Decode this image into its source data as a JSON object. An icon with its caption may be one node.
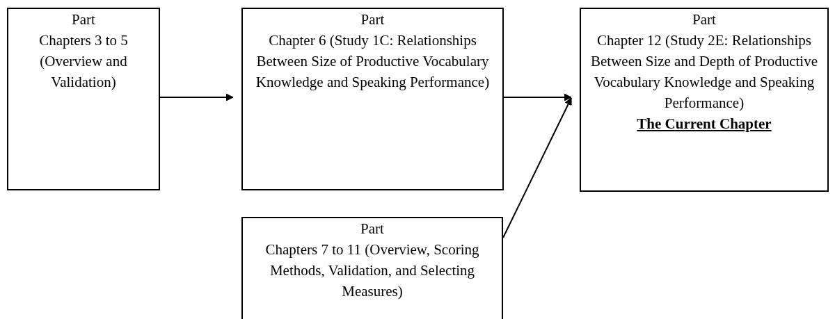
{
  "diagram": {
    "nodes": [
      {
        "text": [
          "Part",
          "Chapters 3 to 5 (Overview and Validation)"
        ]
      },
      {
        "text": [
          "Part",
          "Chapter 6 (Study 1C: Relationships Between Size of Productive Vocabulary Knowledge and Speaking Performance)"
        ]
      },
      {
        "text": [
          "Part",
          "Chapter 12 (Study 2E: Relationships Between Size and Depth of Productive Vocabulary Knowledge and Speaking Performance)",
          "The Current Chapter"
        ]
      },
      {
        "text": [
          "Part",
          "Chapters 7 to 11 (Overview, Scoring Methods, Validation, and Selecting Measures)"
        ]
      }
    ],
    "edges": [
      {
        "from": 0,
        "to": 1,
        "arrow": "to"
      },
      {
        "from": 1,
        "to": 2,
        "arrow": "to"
      },
      {
        "from": 3,
        "to": 2,
        "arrow": "to"
      }
    ]
  }
}
